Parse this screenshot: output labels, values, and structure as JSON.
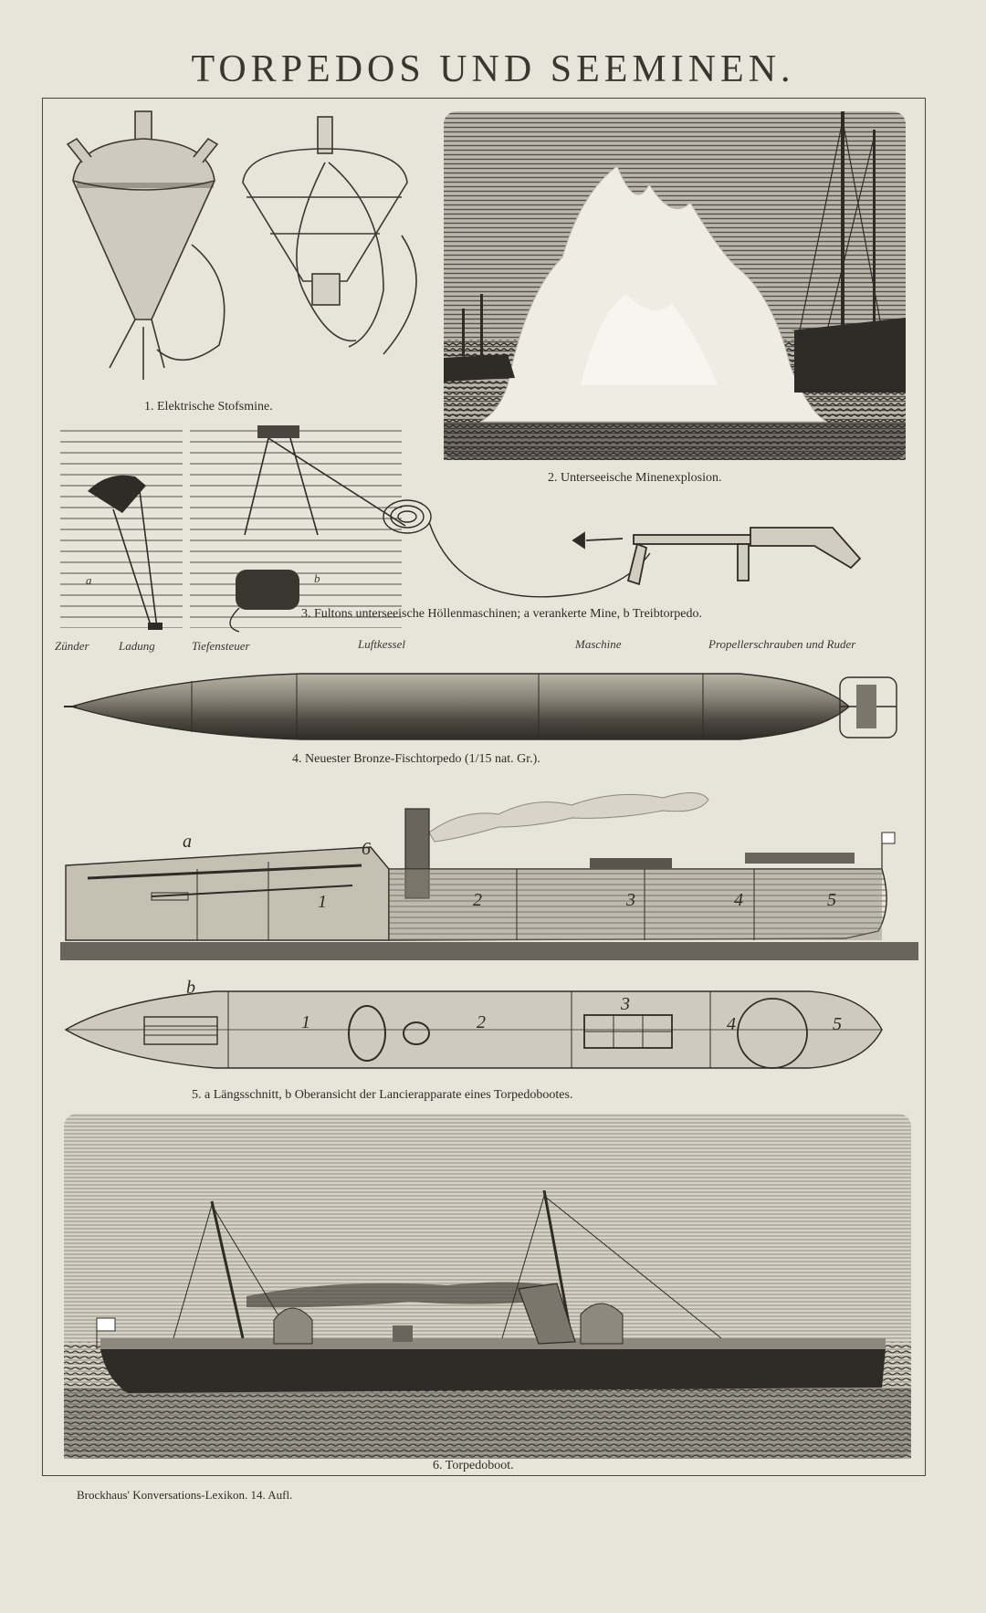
{
  "title": "TORPEDOS UND SEEMINEN.",
  "figures": {
    "fig1": "1. Elektrische Stofsmine.",
    "fig2": "2. Unterseeische Minenexplosion.",
    "fig3": "3. Fultons unterseeische Höllenmaschinen; a verankerte Mine, b Treibtorpedo.",
    "fig3_a": "a",
    "fig3_b": "b",
    "fig4": "4. Neuester Bronze-Fischtorpedo (1/15 nat. Gr.).",
    "fig5": "5. a Längsschnitt, b Oberansicht der Lancierapparate eines Torpedobootes.",
    "fig5_a": "a",
    "fig5_b": "b",
    "fig6": "6. Torpedoboot."
  },
  "torpedo_labels": [
    "Zünder",
    "Ladung",
    "Tiefensteuer",
    "Luftkessel",
    "Maschine",
    "Propellerschrauben und Ruder"
  ],
  "section_numbers_a": [
    "1",
    "2",
    "3",
    "4",
    "5",
    "6"
  ],
  "section_numbers_b": [
    "1",
    "2",
    "3",
    "4",
    "5"
  ],
  "footer": "Brockhaus' Konversations-Lexikon.   14. Aufl."
}
